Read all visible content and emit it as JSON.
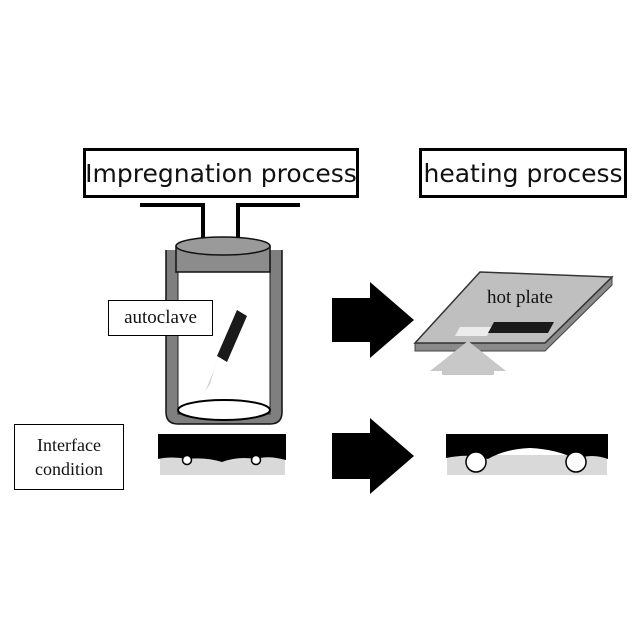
{
  "titles": {
    "impregnation": "Impregnation process",
    "heating": "heating process"
  },
  "labels": {
    "autoclave": "autoclave",
    "hot_plate": "hot plate",
    "interface_line1": "Interface",
    "interface_line2": "condition"
  },
  "colors": {
    "outline": "#000000",
    "vessel_wall": "#7f7f7f",
    "lid": "#8c8c8c",
    "plate_top": "#bfbfbf",
    "plate_edge": "#8a8a8a",
    "heat_arrow": "#c8c8c8",
    "substrate_gray": "#d9d9d9",
    "sample_dark": "#1a1a1a"
  }
}
